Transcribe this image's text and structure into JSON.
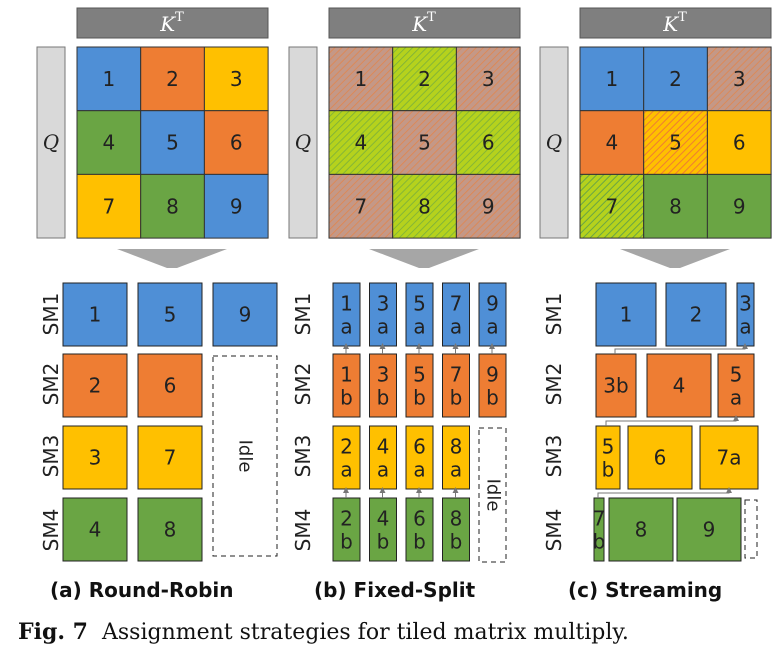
{
  "colors": {
    "blue": "#4f8fd6",
    "orange": "#ee7d33",
    "yellow": "#ffc000",
    "green": "#6aa544",
    "brown": "#c49887",
    "lime": "#b5d21d",
    "header": "#7f7f7f",
    "side": "#d9d9d9"
  },
  "kt_label": "K",
  "kt_sup": "T",
  "q_label": "Q",
  "panels": [
    {
      "caption": "(a) Round-Robin",
      "grid": [
        {
          "label": "1",
          "fill": "blue"
        },
        {
          "label": "2",
          "fill": "orange"
        },
        {
          "label": "3",
          "fill": "yellow"
        },
        {
          "label": "4",
          "fill": "green"
        },
        {
          "label": "5",
          "fill": "blue"
        },
        {
          "label": "6",
          "fill": "orange"
        },
        {
          "label": "7",
          "fill": "yellow"
        },
        {
          "label": "8",
          "fill": "green"
        },
        {
          "label": "9",
          "fill": "blue"
        }
      ],
      "sm_labels": [
        "SM1",
        "SM2",
        "SM3",
        "SM4"
      ],
      "idle_label": "Idle"
    },
    {
      "caption": "(b) Fixed-Split",
      "grid": [
        {
          "label": "1",
          "fill": "brown"
        },
        {
          "label": "2",
          "fill": "lime"
        },
        {
          "label": "3",
          "fill": "brown"
        },
        {
          "label": "4",
          "fill": "lime"
        },
        {
          "label": "5",
          "fill": "brown"
        },
        {
          "label": "6",
          "fill": "lime"
        },
        {
          "label": "7",
          "fill": "brown"
        },
        {
          "label": "8",
          "fill": "lime"
        },
        {
          "label": "9",
          "fill": "brown"
        }
      ],
      "sm_labels": [
        "SM1",
        "SM2",
        "SM3",
        "SM4"
      ],
      "idle_label": "Idle"
    },
    {
      "caption": "(c) Streaming",
      "grid": [
        {
          "label": "1",
          "fill": "blue"
        },
        {
          "label": "2",
          "fill": "blue"
        },
        {
          "label": "3",
          "fill": "brown"
        },
        {
          "label": "4",
          "fill": "orange"
        },
        {
          "label": "5",
          "fill": "orange-yellow"
        },
        {
          "label": "6",
          "fill": "yellow"
        },
        {
          "label": "7",
          "fill": "lime-green"
        },
        {
          "label": "8",
          "fill": "green"
        },
        {
          "label": "9",
          "fill": "green"
        }
      ],
      "sm_labels": [
        "SM1",
        "SM2",
        "SM3",
        "SM4"
      ]
    }
  ],
  "round_robin": {
    "SM1": [
      "1",
      "5",
      "9"
    ],
    "SM2": [
      "2",
      "6"
    ],
    "SM3": [
      "3",
      "7"
    ],
    "SM4": [
      "4",
      "8"
    ]
  },
  "fixed_split": {
    "SM1": [
      [
        "1",
        "a"
      ],
      [
        "3",
        "a"
      ],
      [
        "5",
        "a"
      ],
      [
        "7",
        "a"
      ],
      [
        "9",
        "a"
      ]
    ],
    "SM2": [
      [
        "1",
        "b"
      ],
      [
        "3",
        "b"
      ],
      [
        "5",
        "b"
      ],
      [
        "7",
        "b"
      ],
      [
        "9",
        "b"
      ]
    ],
    "SM3": [
      [
        "2",
        "a"
      ],
      [
        "4",
        "a"
      ],
      [
        "6",
        "a"
      ],
      [
        "8",
        "a"
      ]
    ],
    "SM4": [
      [
        "2",
        "b"
      ],
      [
        "4",
        "b"
      ],
      [
        "6",
        "b"
      ],
      [
        "8",
        "b"
      ]
    ]
  },
  "streaming": {
    "SM1": [
      [
        "1"
      ],
      [
        "2"
      ],
      [
        "3",
        "a"
      ]
    ],
    "SM2": [
      [
        "3b"
      ],
      [
        "4"
      ],
      [
        "5",
        "a"
      ]
    ],
    "SM3": [
      [
        "5",
        "b"
      ],
      [
        "6"
      ],
      [
        "7a"
      ]
    ],
    "SM4": [
      [
        "7",
        "b"
      ],
      [
        "8"
      ],
      [
        "9"
      ]
    ]
  },
  "figure_caption": {
    "number": "Fig. 7",
    "text": "Assignment strategies for tiled matrix multiply."
  }
}
